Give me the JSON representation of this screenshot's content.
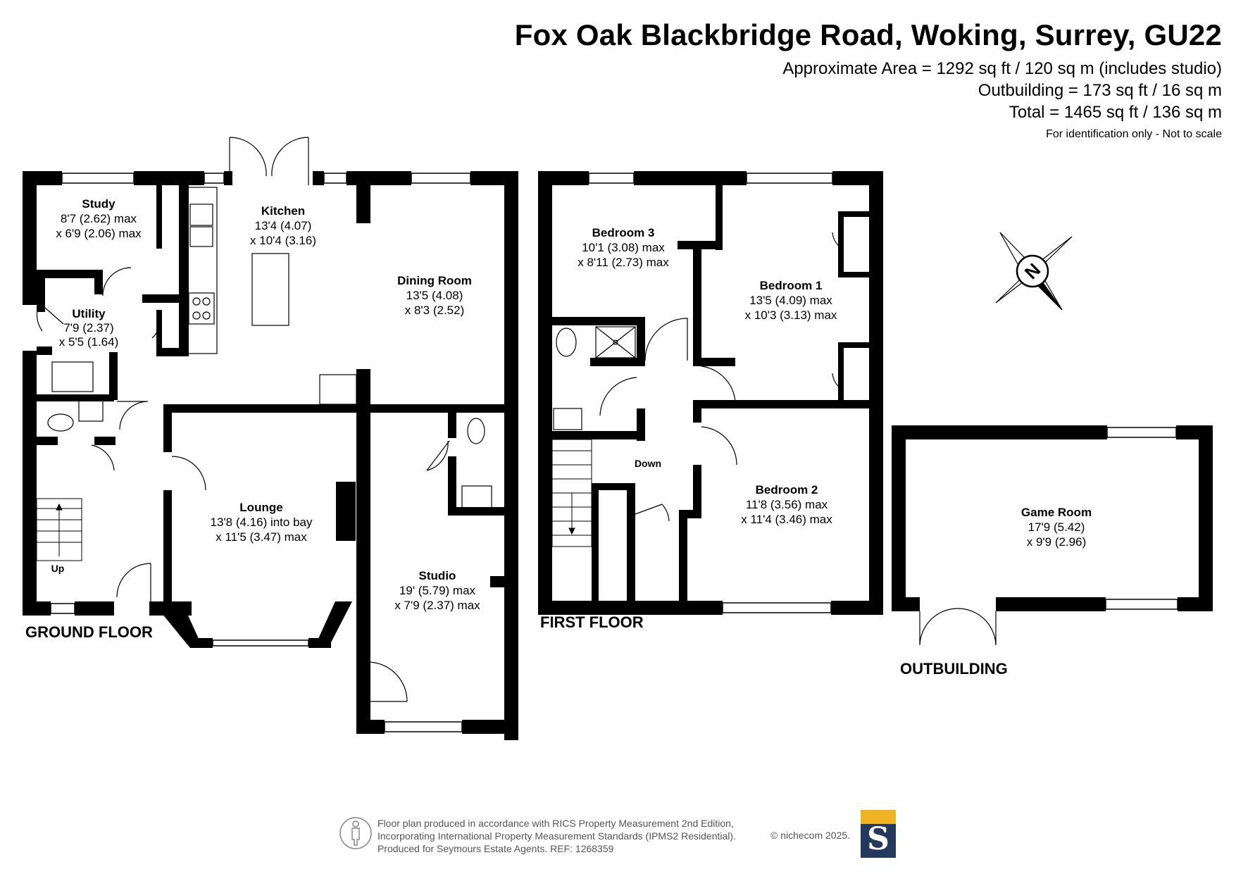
{
  "header": {
    "title": "Fox Oak Blackbridge Road, Woking, Surrey, GU22",
    "area_lines": [
      "Approximate Area = 1292 sq ft / 120 sq m (includes studio)",
      "Outbuilding = 173 sq ft / 16 sq m",
      "Total = 1465 sq ft / 136 sq m"
    ],
    "note": "For identification only - Not to scale"
  },
  "floors": {
    "ground": "GROUND FLOOR",
    "first": "FIRST FLOOR",
    "outbuilding": "OUTBUILDING"
  },
  "rooms": {
    "study": {
      "name": "Study",
      "dims": [
        "8'7 (2.62) max",
        "x 6'9 (2.06) max"
      ]
    },
    "kitchen": {
      "name": "Kitchen",
      "dims": [
        "13'4 (4.07)",
        "x 10'4 (3.16)"
      ]
    },
    "dining": {
      "name": "Dining Room",
      "dims": [
        "13'5 (4.08)",
        "x 8'3 (2.52)"
      ]
    },
    "utility": {
      "name": "Utility",
      "dims": [
        "7'9 (2.37)",
        "x 5'5 (1.64)"
      ]
    },
    "lounge": {
      "name": "Lounge",
      "dims": [
        "13'8 (4.16) into bay",
        "x 11'5 (3.47) max"
      ]
    },
    "studio": {
      "name": "Studio",
      "dims": [
        "19' (5.79) max",
        "x 7'9 (2.37) max"
      ]
    },
    "bedroom3": {
      "name": "Bedroom 3",
      "dims": [
        "10'1 (3.08) max",
        "x 8'11 (2.73) max"
      ]
    },
    "bedroom1": {
      "name": "Bedroom 1",
      "dims": [
        "13'5 (4.09) max",
        "x 10'3 (3.13) max"
      ]
    },
    "bedroom2": {
      "name": "Bedroom 2",
      "dims": [
        "11'8 (3.56) max",
        "x 11'4 (3.46) max"
      ]
    },
    "gameroom": {
      "name": "Game Room",
      "dims": [
        "17'9 (5.42)",
        "x 9'9 (2.96)"
      ]
    }
  },
  "stairs": {
    "up": "Up",
    "down": "Down"
  },
  "compass": {
    "letter": "N"
  },
  "footer": {
    "lines": [
      "Floor plan produced in accordance with RICS Property Measurement 2nd Edition,",
      "Incorporating International Property Measurement Standards (IPMS2 Residential).",
      "Produced for Seymours Estate Agents.    REF: 1268359"
    ],
    "copyright": "© nichecom 2025.",
    "logo_letter": "S"
  },
  "colors": {
    "wall": "#000000",
    "logo_blue": "#233a5e",
    "logo_gold": "#f0b323"
  }
}
